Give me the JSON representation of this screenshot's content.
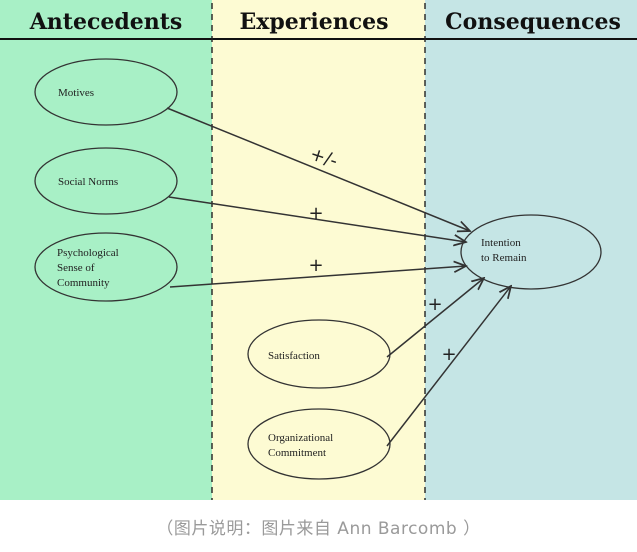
{
  "columns": [
    {
      "title": "Antecedents",
      "color": "#a8f0c6"
    },
    {
      "title": "Experiences",
      "color": "#fdfbd3"
    },
    {
      "title": "Consequences",
      "color": "#c5e5e5"
    }
  ],
  "nodes": {
    "motives": {
      "lines": [
        "Motives"
      ]
    },
    "social_norms": {
      "lines": [
        "Social Norms"
      ]
    },
    "psych_sense": {
      "lines": [
        "Psychological",
        "Sense of",
        "Community"
      ]
    },
    "satisfaction": {
      "lines": [
        "Satisfaction"
      ]
    },
    "org_commitment": {
      "lines": [
        "Organizational",
        "Commitment"
      ]
    },
    "intention": {
      "lines": [
        "Intention",
        "to Remain"
      ]
    }
  },
  "edges": [
    {
      "from": "motives",
      "to": "intention",
      "sign": "+/-"
    },
    {
      "from": "social_norms",
      "to": "intention",
      "sign": "+"
    },
    {
      "from": "psych_sense",
      "to": "intention",
      "sign": "+"
    },
    {
      "from": "satisfaction",
      "to": "intention",
      "sign": "+"
    },
    {
      "from": "org_commitment",
      "to": "intention",
      "sign": "+"
    }
  ],
  "caption": "（图片说明：图片来自 Ann Barcomb ）"
}
